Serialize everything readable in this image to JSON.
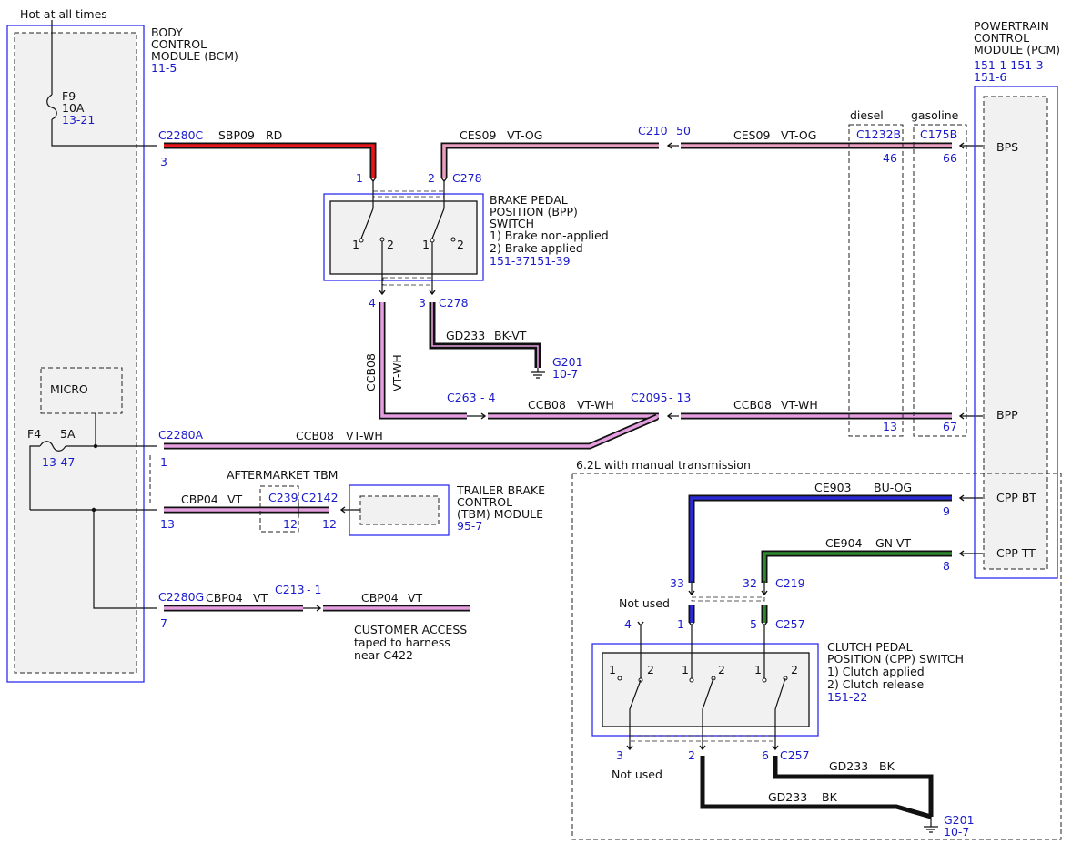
{
  "colors": {
    "red": "#e8151b",
    "pink": "#e59fe0",
    "violet_orange": "#e9a0c0",
    "blue": "#2a2ad6",
    "green": "#2d8a2d",
    "black": "#111111",
    "ref_blue": "#1a1acc",
    "module_border": "#2d2df0"
  },
  "icons": [
    "fuse-icon",
    "ground-icon",
    "connector-arrow-icon",
    "switch-contact-icon"
  ],
  "top": {
    "hot_label": "Hot at all times"
  },
  "bcm": {
    "name1": "BODY",
    "name2": "CONTROL",
    "name3": "MODULE (BCM)",
    "ref": "11-5",
    "micro": "MICRO",
    "fuse_f9": {
      "name": "F9",
      "rating": "10A",
      "ref": "13-21"
    },
    "fuse_f4": {
      "name": "F4",
      "rating": "5A",
      "ref": "13-47"
    },
    "pins": [
      {
        "conn": "C2280C",
        "pin": "3"
      },
      {
        "conn": "C2280A",
        "pin": "1"
      },
      {
        "pin": "13"
      },
      {
        "conn": "C2280G",
        "pin": "7"
      }
    ]
  },
  "pcm": {
    "name1": "POWERTRAIN",
    "name2": "CONTROL",
    "name3": "MODULE (PCM)",
    "ref1": "151-1 151-3",
    "ref2": "151-6",
    "pins": [
      "BPS",
      "BPP",
      "CPP BT",
      "CPP TT"
    ],
    "diesel": {
      "label": "diesel",
      "conn": "C1232B",
      "pin_bps": "46",
      "pin_bpp": "13"
    },
    "gasoline": {
      "label": "gasoline",
      "conn": "C175B",
      "pin_bps": "66",
      "pin_bpp": "67"
    },
    "pin_cppbt": "9",
    "pin_cpptt": "8"
  },
  "bpp": {
    "title1": "BRAKE PEDAL",
    "title2": "POSITION (BPP)",
    "title3": "SWITCH",
    "note1": "1) Brake non-applied",
    "note2": "2) Brake applied",
    "ref": "151-37151-39",
    "pin1": "1",
    "pin2": "2",
    "pin3": "3",
    "pin4": "4",
    "conn_top": "C278",
    "conn_bot": "C278",
    "contacts": [
      "1",
      "2",
      "1",
      "2"
    ]
  },
  "wires": {
    "sbp09": {
      "circuit": "SBP09",
      "color": "RD"
    },
    "ces09_a": {
      "circuit": "CES09",
      "color": "VT-OG"
    },
    "ces09_b": {
      "circuit": "CES09",
      "color": "VT-OG"
    },
    "c210": {
      "conn": "C210",
      "pin": "50"
    },
    "gd233": {
      "circuit": "GD233",
      "color": "BK-VT"
    },
    "g201": {
      "name": "G201",
      "ref": "10-7"
    },
    "ccb08_v": {
      "circuit": "CCB08",
      "color": "VT-WH"
    },
    "c263": {
      "conn": "C263",
      "pin": "- 4"
    },
    "ccb08_a": {
      "circuit": "CCB08",
      "color": "VT-WH"
    },
    "c2095": {
      "conn": "C2095",
      "pin": "- 13"
    },
    "ccb08_b": {
      "circuit": "CCB08",
      "color": "VT-WH"
    },
    "ccb08_c": {
      "circuit": "CCB08",
      "color": "VT-WH"
    },
    "cbp04_a": {
      "circuit": "CBP04",
      "color": "VT"
    },
    "cbp04_b": {
      "circuit": "CBP04",
      "color": "VT"
    },
    "cbp04_c": {
      "circuit": "CBP04",
      "color": "VT"
    },
    "c213": {
      "conn": "C213",
      "pin": "- 1"
    }
  },
  "tbm": {
    "aftermarket": "AFTERMARKET TBM",
    "c239": "C239",
    "c2142": "C2142",
    "pin12a": "12",
    "pin12b": "12",
    "title1": "TRAILER BRAKE",
    "title2": "CONTROL",
    "title3": "(TBM) MODULE",
    "ref": "95-7"
  },
  "customer": {
    "line1": "CUSTOMER ACCESS",
    "line2": "taped to harness",
    "line3": "near C422"
  },
  "manual": {
    "label": "6.2L with manual transmission",
    "ce903": {
      "circuit": "CE903",
      "color": "BU-OG"
    },
    "ce904": {
      "circuit": "CE904",
      "color": "GN-VT"
    },
    "c219": {
      "conn": "C219",
      "pin33": "33",
      "pin32": "32"
    },
    "c257": {
      "conn": "C257",
      "pin1": "1",
      "pin5": "5",
      "pin4": "4"
    },
    "not_used_top": "Not used",
    "not_used_bot": "Not used",
    "cpp_title1": "CLUTCH PEDAL",
    "cpp_title2": "POSITION (CPP) SWITCH",
    "cpp_note1": "1) Clutch applied",
    "cpp_note2": "2) Clutch release",
    "cpp_ref": "151-22",
    "contacts": [
      "1",
      "2",
      "1",
      "2",
      "1",
      "2"
    ],
    "pin3": "3",
    "pin2": "2",
    "pin6": "6",
    "conn_bot": "C257",
    "gd233_a": {
      "circuit": "GD233",
      "color": "BK"
    },
    "gd233_b": {
      "circuit": "GD233",
      "color": "BK"
    },
    "g201": {
      "name": "G201",
      "ref": "10-7"
    }
  }
}
